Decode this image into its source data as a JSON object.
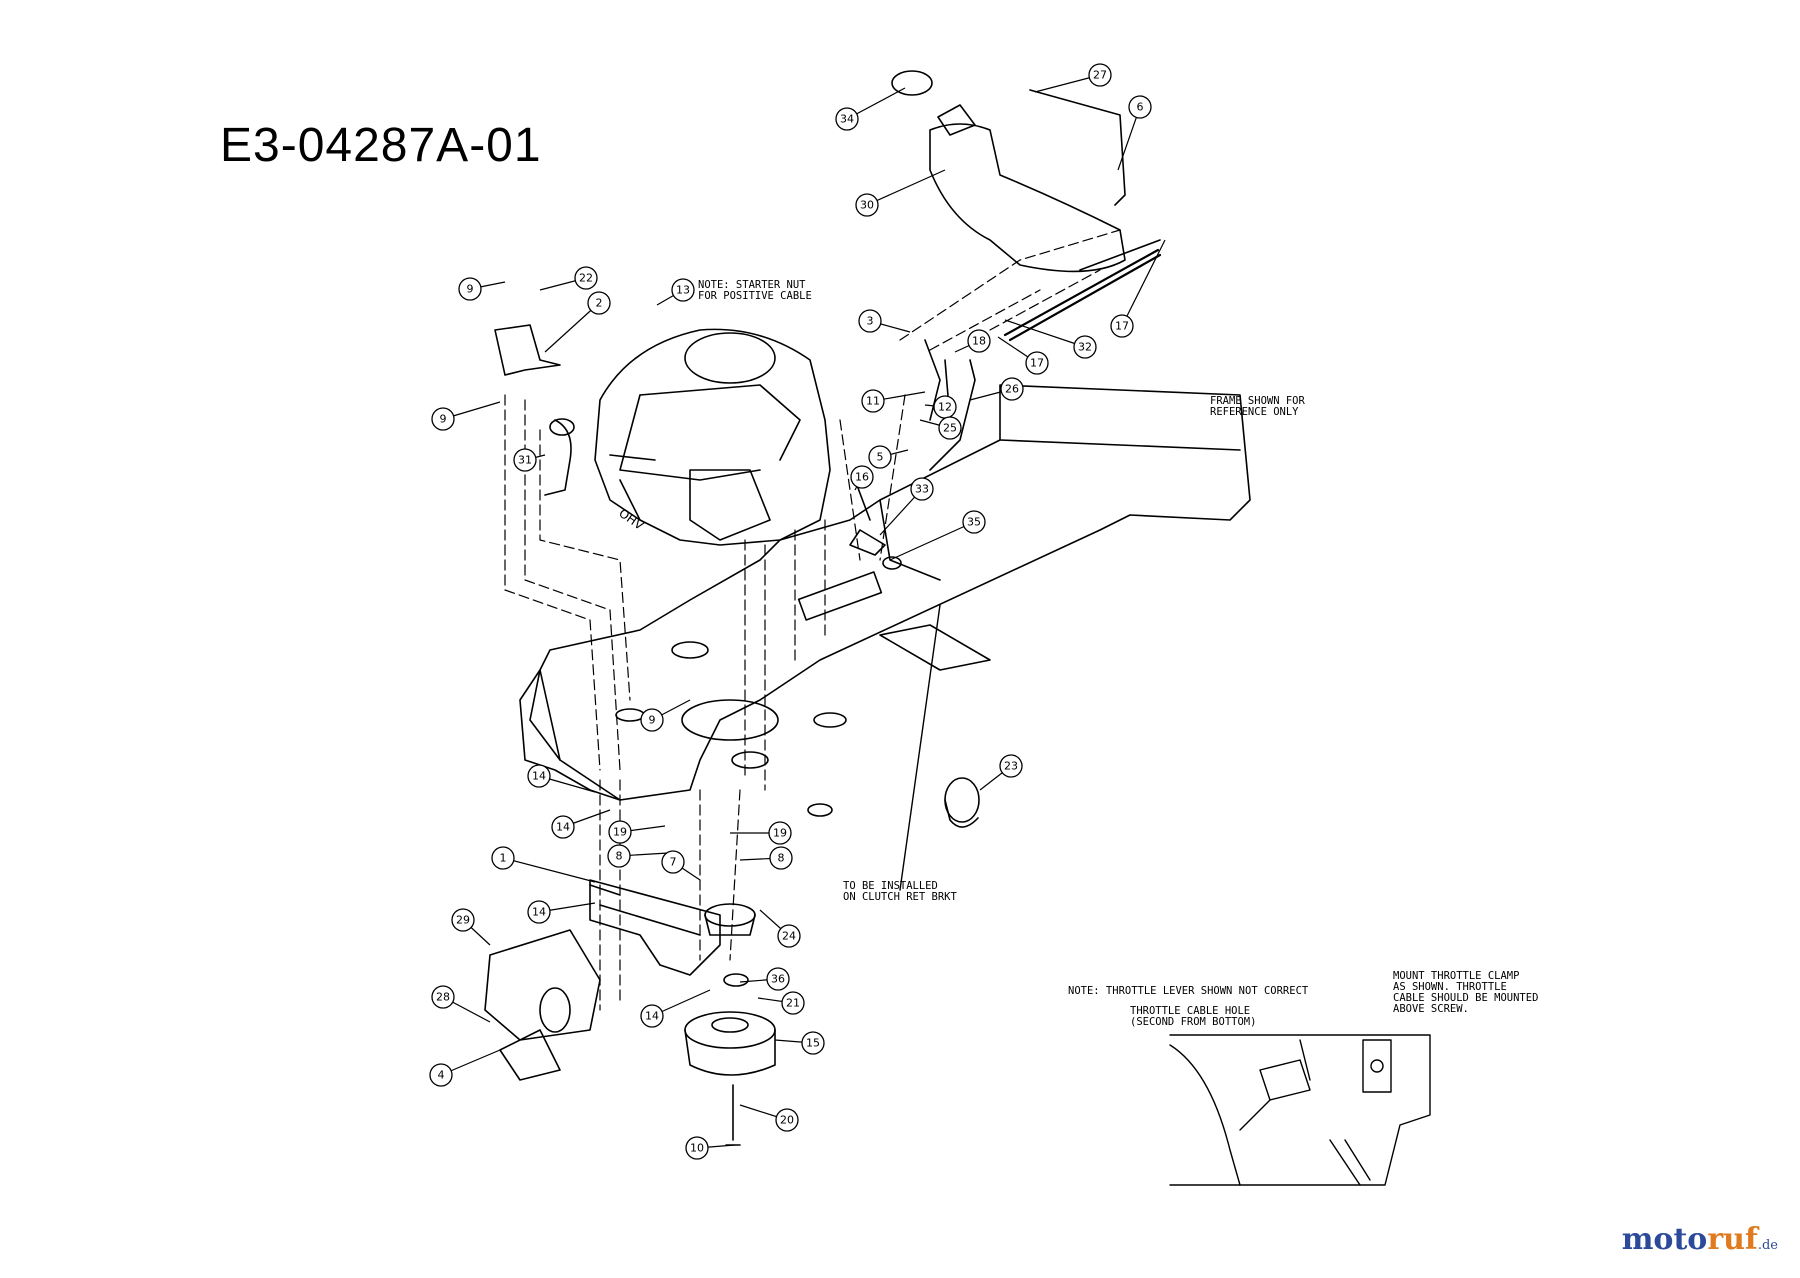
{
  "diagram_id": "E3-04287A-01",
  "notes": {
    "starter_nut": "NOTE: STARTER NUT\nFOR POSITIVE CABLE",
    "frame_reference": "FRAME SHOWN FOR\nREFERENCE ONLY",
    "clutch_bracket": "TO BE INSTALLED\nON CLUTCH RET BRKT",
    "throttle_lever": "NOTE: THROTTLE LEVER SHOWN NOT CORRECT",
    "throttle_cable_hole": "THROTTLE CABLE HOLE\n(SECOND FROM BOTTOM)",
    "mount_throttle_clamp": "MOUNT THROTTLE CLAMP\nAS SHOWN. THROTTLE\nCABLE SHOULD BE MOUNTED\nABOVE SCREW."
  },
  "engine_label": "OHV",
  "callouts": [
    {
      "num": "27"
    },
    {
      "num": "6"
    },
    {
      "num": "34"
    },
    {
      "num": "30"
    },
    {
      "num": "17"
    },
    {
      "num": "32"
    },
    {
      "num": "9"
    },
    {
      "num": "22"
    },
    {
      "num": "2"
    },
    {
      "num": "13"
    },
    {
      "num": "3"
    },
    {
      "num": "18"
    },
    {
      "num": "17"
    },
    {
      "num": "26"
    },
    {
      "num": "11"
    },
    {
      "num": "12"
    },
    {
      "num": "25"
    },
    {
      "num": "9"
    },
    {
      "num": "5"
    },
    {
      "num": "31"
    },
    {
      "num": "16"
    },
    {
      "num": "33"
    },
    {
      "num": "35"
    },
    {
      "num": "9"
    },
    {
      "num": "23"
    },
    {
      "num": "14"
    },
    {
      "num": "14"
    },
    {
      "num": "19"
    },
    {
      "num": "19"
    },
    {
      "num": "8"
    },
    {
      "num": "8"
    },
    {
      "num": "1"
    },
    {
      "num": "7"
    },
    {
      "num": "14"
    },
    {
      "num": "24"
    },
    {
      "num": "29"
    },
    {
      "num": "36"
    },
    {
      "num": "21"
    },
    {
      "num": "28"
    },
    {
      "num": "14"
    },
    {
      "num": "15"
    },
    {
      "num": "4"
    },
    {
      "num": "20"
    },
    {
      "num": "10"
    }
  ],
  "watermark": {
    "part_a": "moto",
    "part_b": "ruf",
    "suffix": ".de"
  },
  "colors": {
    "line": "#000000",
    "brand_blue": "#2b4a9a",
    "brand_orange": "#e07a1f"
  }
}
